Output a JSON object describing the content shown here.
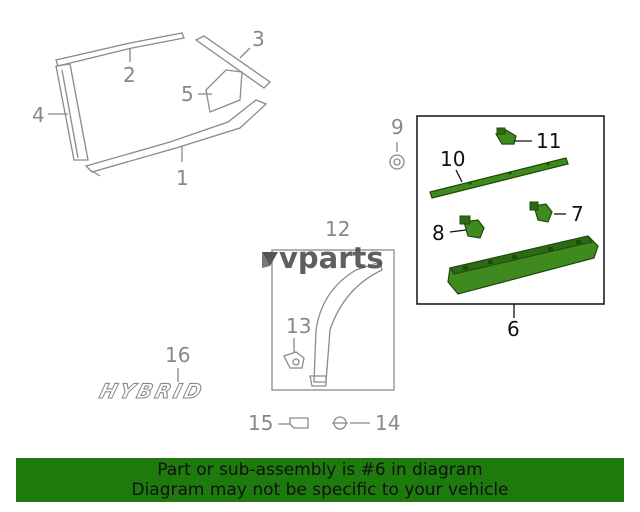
{
  "watermark": "vparts",
  "callouts": {
    "c1": "1",
    "c2": "2",
    "c3": "3",
    "c4": "4",
    "c5": "5",
    "c6": "6",
    "c7": "7",
    "c8": "8",
    "c9": "9",
    "c10": "10",
    "c11": "11",
    "c12": "12",
    "c13": "13",
    "c14": "14",
    "c15": "15",
    "c16": "16"
  },
  "emblem_text": "HYBRID",
  "highlight_color": "#3f8a1f",
  "banner": {
    "line1": "Part or sub-assembly is #6 in diagram",
    "line2": "Diagram may not be specific to your vehicle",
    "color": "#1f7a0e"
  }
}
